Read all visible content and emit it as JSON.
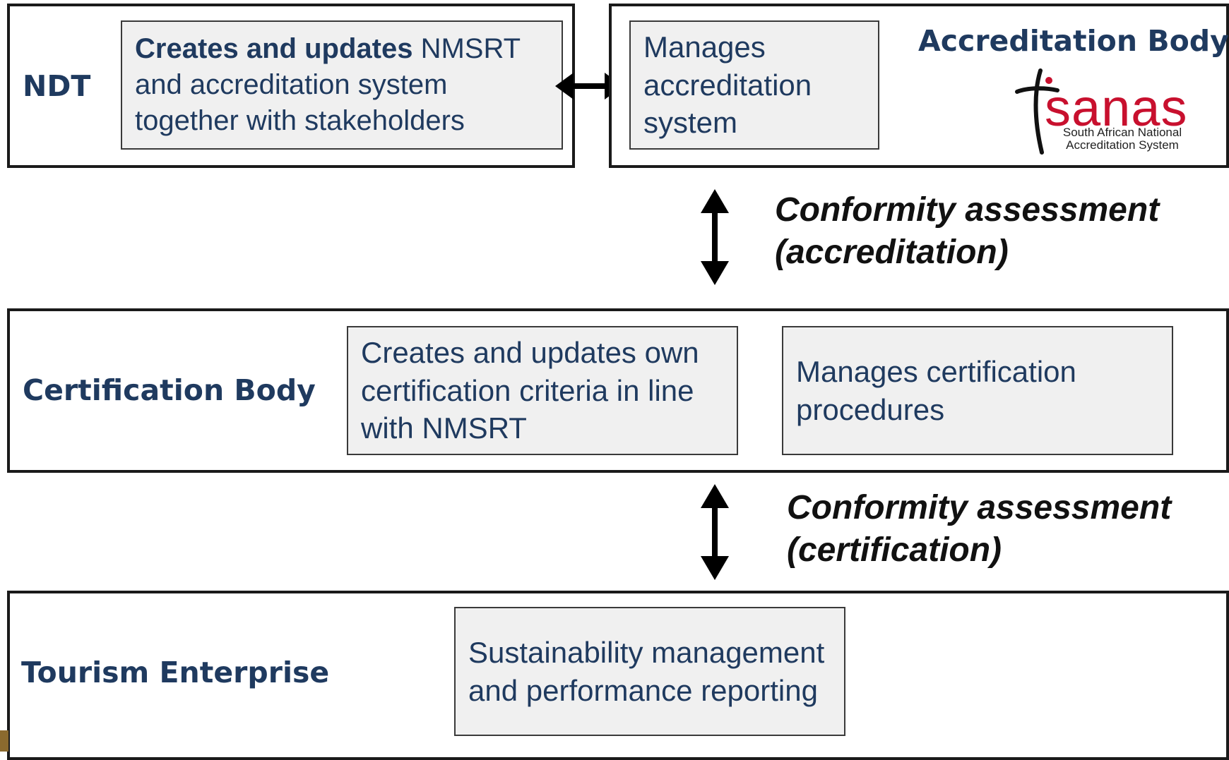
{
  "ndt": {
    "title": "NDT",
    "box_bold": "Creates and updates",
    "box_rest": " NMSRT and accreditation system together with stakeholders"
  },
  "accreditation_body": {
    "title": "Accreditation Body",
    "box": "Manages accreditation system",
    "logo": {
      "word": "sanas",
      "line1": "South African National",
      "line2": "Accreditation System"
    }
  },
  "flow_accreditation": {
    "line1": "Conformity assessment",
    "line2": "(accreditation)"
  },
  "certification_body": {
    "title": "Certification Body",
    "box1": "Creates and updates own certification criteria in line with NMSRT",
    "box2": "Manages certification procedures"
  },
  "flow_certification": {
    "line1": "Conformity assessment",
    "line2": "(certification)"
  },
  "tourism_enterprise": {
    "title": "Tourism Enterprise",
    "box": "Sustainability management and performance reporting"
  },
  "colors": {
    "heading": "#1f3a5f",
    "box_fill": "#f0f0f0",
    "border": "#1a1a1a",
    "logo_red": "#c8102e"
  }
}
